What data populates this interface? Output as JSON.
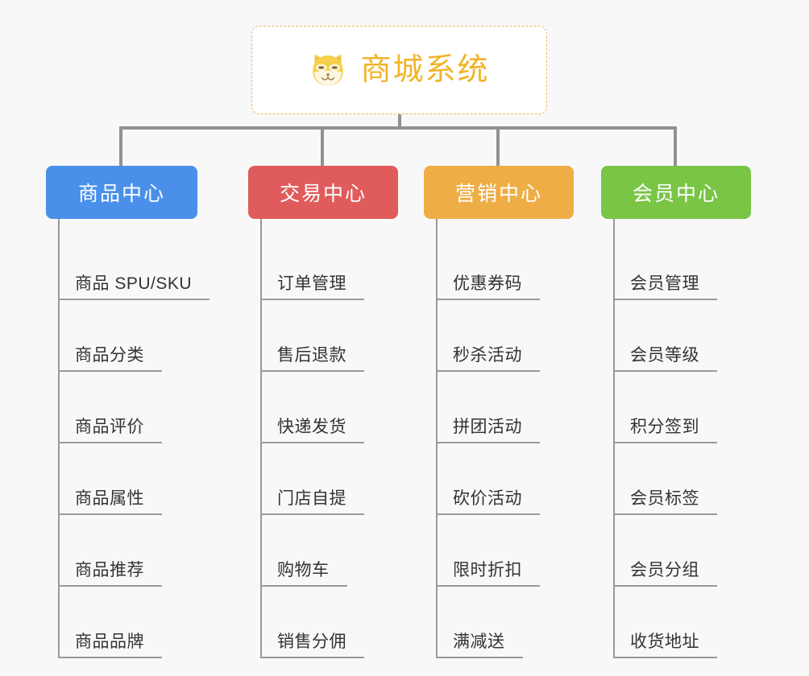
{
  "background_color": "#f8f8f8",
  "root": {
    "title": "商城系统",
    "logo_icon": "shiba-dog-face-icon",
    "title_color": "#f0b429",
    "border_color": "#f0b95a",
    "fill_color": "#ffffff"
  },
  "connector_color": "#919191",
  "columns": [
    {
      "header": "商品中心",
      "color": "#4a90ea",
      "items": [
        "商品 SPU/SKU",
        "商品分类",
        "商品评价",
        "商品属性",
        "商品推荐",
        "商品品牌"
      ]
    },
    {
      "header": "交易中心",
      "color": "#e05c5c",
      "items": [
        "订单管理",
        "售后退款",
        "快递发货",
        "门店自提",
        "购物车",
        "销售分佣"
      ]
    },
    {
      "header": "营销中心",
      "color": "#eeae45",
      "items": [
        "优惠券码",
        "秒杀活动",
        "拼团活动",
        "砍价活动",
        "限时折扣",
        "满减送"
      ]
    },
    {
      "header": "会员中心",
      "color": "#7ac446",
      "items": [
        "会员管理",
        "会员等级",
        "积分签到",
        "会员标签",
        "会员分组",
        "收货地址"
      ]
    }
  ]
}
